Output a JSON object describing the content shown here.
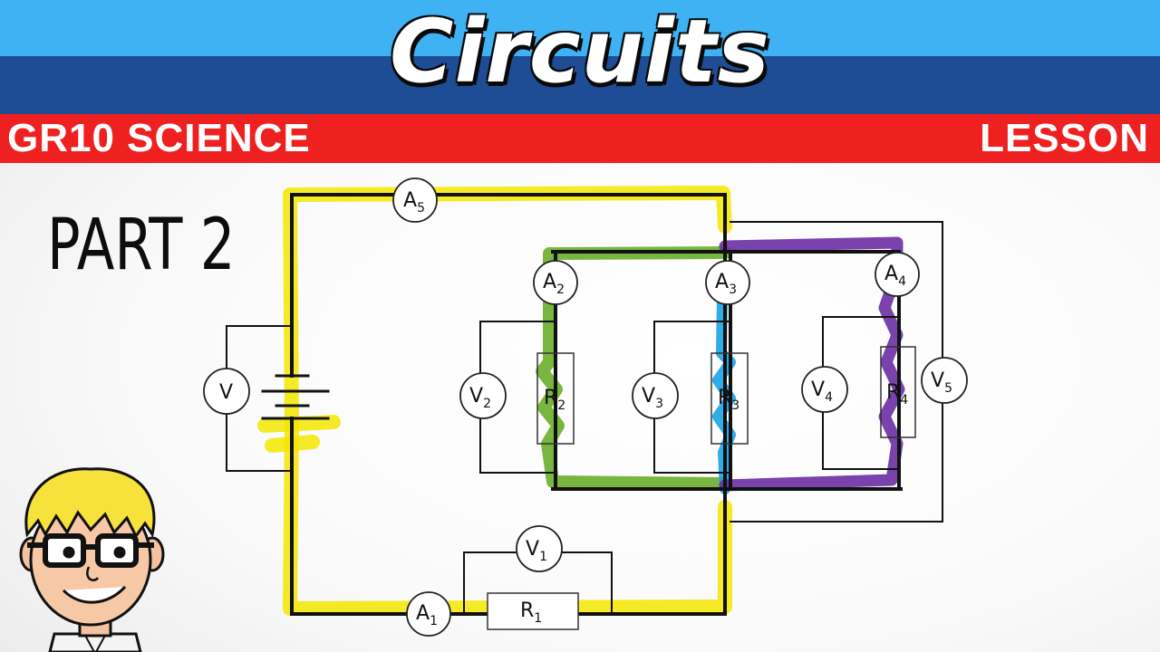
{
  "header": {
    "title": "Circuits",
    "subject": "GR10 SCIENCE",
    "lesson": "LESSON"
  },
  "part_label": "PART 2",
  "colors": {
    "band_top": "#3fb2f4",
    "band_mid": "#1e4d96",
    "band_red": "#ee2020",
    "highlight_yellow": "#f3e600",
    "highlight_green": "#6aae2a",
    "highlight_blue": "#1aa3e6",
    "highlight_purple": "#6a2ea3"
  },
  "circuit": {
    "meters": {
      "A1": {
        "base": "A",
        "sub": "1"
      },
      "A2": {
        "base": "A",
        "sub": "2"
      },
      "A3": {
        "base": "A",
        "sub": "3"
      },
      "A4": {
        "base": "A",
        "sub": "4"
      },
      "A5": {
        "base": "A",
        "sub": "5"
      },
      "V": {
        "base": "V",
        "sub": ""
      },
      "V1": {
        "base": "V",
        "sub": "1"
      },
      "V2": {
        "base": "V",
        "sub": "2"
      },
      "V3": {
        "base": "V",
        "sub": "3"
      },
      "V4": {
        "base": "V",
        "sub": "4"
      },
      "V5": {
        "base": "V",
        "sub": "5"
      }
    },
    "resistors": {
      "R1": {
        "base": "R",
        "sub": "1"
      },
      "R2": {
        "base": "R",
        "sub": "2"
      },
      "R3": {
        "base": "R",
        "sub": "3"
      },
      "R4": {
        "base": "R",
        "sub": "4"
      }
    }
  },
  "mascot": {
    "icon": "cartoon-boy-glasses-icon"
  }
}
